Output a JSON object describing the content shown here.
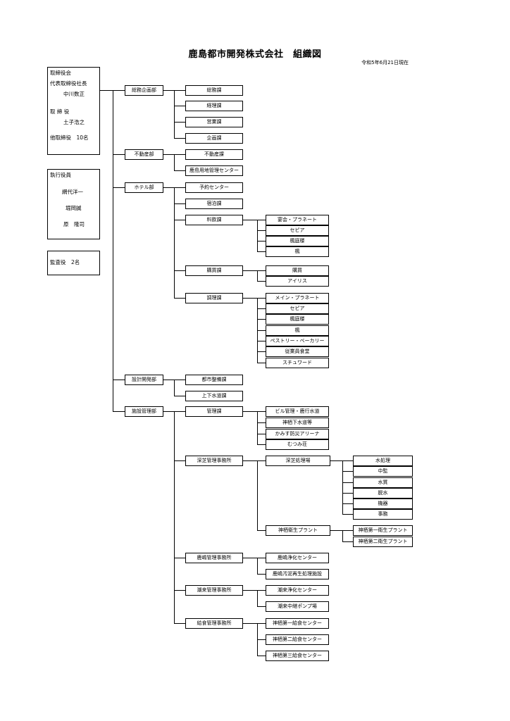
{
  "title": "鹿島都市開発株式会社　組織図",
  "date": "令和5年6月21日現在",
  "board": {
    "heading": "取締役会",
    "president_title": "代表取締役社長",
    "president_name": "中川数正",
    "director_title": "取 締 役",
    "director_name": "土子浩之",
    "other_directors": "他取締役　10名"
  },
  "officers": {
    "heading": "執行役員",
    "names": [
      "網代洋一",
      "堀岡誠",
      "原　隆司"
    ]
  },
  "auditors": "監査役　2名",
  "departments": {
    "general_affairs": {
      "name": "総務企画部",
      "sections": [
        "総務課",
        "経理課",
        "営業課",
        "企画課"
      ]
    },
    "real_estate": {
      "name": "不動産部",
      "sections": [
        "不動産課",
        "鹿島用地管理センター"
      ]
    },
    "hotel": {
      "name": "ホテル部",
      "sections": [
        "予約センター",
        "宿泊課"
      ],
      "food": {
        "name": "料飲課",
        "units": [
          "宴会・プラネート",
          "セピア",
          "楓庭楼",
          "楓"
        ]
      },
      "shop": {
        "name": "購買課",
        "units": [
          "購買",
          "アイリス"
        ]
      },
      "cooking": {
        "name": "調理課",
        "units": [
          "メイン・プラネート",
          "セピア",
          "楓庭楼",
          "楓",
          "ペストリー・ベーカリー",
          "従業員食堂",
          "スチュワード"
        ]
      }
    },
    "design": {
      "name": "設計開発部",
      "sections": [
        "都市整備課",
        "上下水道課"
      ]
    },
    "facilities": {
      "name": "施設管理部",
      "management": {
        "name": "管理課",
        "units": [
          "ビル管理・鹿行水道",
          "神栖下水道等",
          "かみす防災アリーナ",
          "むつみ荘"
        ]
      },
      "fukashiba": {
        "name": "深芝管理事務所",
        "plant": {
          "name": "深芝処理場",
          "units": [
            "水処理",
            "中監",
            "水質",
            "脱水",
            "機器",
            "事務"
          ]
        },
        "sanitation": {
          "name": "神栖衛生プラント",
          "units": [
            "神栖第一衛生プラント",
            "神栖第二衛生プラント"
          ]
        }
      },
      "rokkaku": {
        "name": "鹿嶋管理事務所",
        "units": [
          "鹿嶋浄化センター",
          "鹿嶋汚泥再生処理施設"
        ]
      },
      "itako": {
        "name": "潮来管理事務所",
        "units": [
          "潮来浄化センター",
          "潮来中継ポンプ場"
        ]
      },
      "kyushoku": {
        "name": "給食管理事務所",
        "units": [
          "神栖第一給食センター",
          "神栖第二給食センター",
          "神栖第三給食センター"
        ]
      }
    }
  }
}
